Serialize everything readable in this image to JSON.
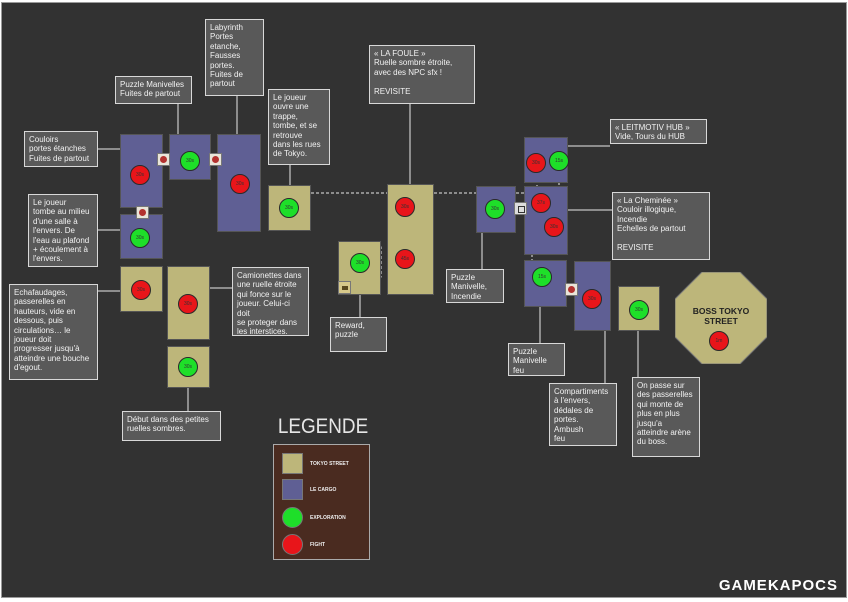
{
  "legend": {
    "title": "LEGENDE",
    "items": [
      {
        "label": "TOKYO STREET",
        "color": "#bdb67a"
      },
      {
        "label": "LE CARGO",
        "color": "#5f5f94"
      },
      {
        "label": "EXPLORATION",
        "color": "#1edf29"
      },
      {
        "label": "FIGHT",
        "color": "#e8151a"
      }
    ]
  },
  "brand": "GAMEKAPOCS",
  "boss": {
    "label": "BOSS TOKYO\nSTREET",
    "node": "1m"
  },
  "rooms": [
    {
      "id": "r1",
      "type": "cargo"
    },
    {
      "id": "r2",
      "type": "cargo"
    },
    {
      "id": "r3",
      "type": "cargo"
    },
    {
      "id": "r4",
      "type": "cargo"
    },
    {
      "id": "r5",
      "type": "tokyo"
    },
    {
      "id": "r6",
      "type": "tokyo"
    },
    {
      "id": "r7",
      "type": "tokyo"
    },
    {
      "id": "r8",
      "type": "tokyo"
    },
    {
      "id": "r9",
      "type": "tokyo"
    },
    {
      "id": "r10",
      "type": "tokyo"
    },
    {
      "id": "r11",
      "type": "cargo"
    },
    {
      "id": "r12",
      "type": "cargo"
    },
    {
      "id": "r13",
      "type": "cargo"
    },
    {
      "id": "r14",
      "type": "cargo"
    },
    {
      "id": "r15",
      "type": "cargo"
    },
    {
      "id": "r16",
      "type": "tokyo"
    }
  ],
  "nodes": [
    {
      "id": "n1",
      "kind": "fight",
      "label": "30s"
    },
    {
      "id": "n2",
      "kind": "explo",
      "label": "30s"
    },
    {
      "id": "n3",
      "kind": "fight",
      "label": "30s"
    },
    {
      "id": "n4",
      "kind": "explo",
      "label": "30s"
    },
    {
      "id": "n5",
      "kind": "fight",
      "label": "30s"
    },
    {
      "id": "n6",
      "kind": "fight",
      "label": "30s"
    },
    {
      "id": "n7",
      "kind": "explo",
      "label": "30s"
    },
    {
      "id": "n8",
      "kind": "explo",
      "label": "30s"
    },
    {
      "id": "n9",
      "kind": "fight",
      "label": "30s"
    },
    {
      "id": "n10",
      "kind": "explo",
      "label": "30s"
    },
    {
      "id": "n11",
      "kind": "fight",
      "label": "45s"
    },
    {
      "id": "n12",
      "kind": "explo",
      "label": "30s"
    },
    {
      "id": "n13",
      "kind": "fight",
      "label": "30s"
    },
    {
      "id": "n14",
      "kind": "explo",
      "label": "15s"
    },
    {
      "id": "n15",
      "kind": "fight",
      "label": "37s"
    },
    {
      "id": "n16",
      "kind": "fight",
      "label": "30s"
    },
    {
      "id": "n17",
      "kind": "explo",
      "label": "15s"
    },
    {
      "id": "n18",
      "kind": "fight",
      "label": "30s"
    },
    {
      "id": "n19",
      "kind": "explo",
      "label": "30s"
    }
  ],
  "icons": [
    {
      "id": "i1",
      "kind": "mine"
    },
    {
      "id": "i2",
      "kind": "mine"
    },
    {
      "id": "i3",
      "kind": "mine"
    },
    {
      "id": "i4",
      "kind": "chest"
    },
    {
      "id": "i5",
      "kind": "gear"
    },
    {
      "id": "i6",
      "kind": "mine"
    }
  ],
  "notes": [
    {
      "id": "labyrinth",
      "text": "Labyrinth\nPortes\netanche,\nFausses\nportes.\nFuites de\npartout"
    },
    {
      "id": "puzzle-manivelles",
      "text": "Puzzle Manivelles\nFuites de partout"
    },
    {
      "id": "couloirs",
      "text": "Couloirs\nportes étanches\nFuites de partout"
    },
    {
      "id": "tombe-salle",
      "text": "Le joueur\ntombe au milieu\nd'une salle à\nl'envers. De\nl'eau au plafond\n+ écoulement à\nl'envers."
    },
    {
      "id": "echafaudages",
      "text": "Echafaudages,\npasserelles en\nhauteurs, vide en\ndessous, puis\ncirculations… le\njoueur doit\nprogresser jusqu'à\natteindre une bouche\nd'egout."
    },
    {
      "id": "camionettes",
      "text": "Camionettes dans\nune ruelle étroite\nqui fonce sur le\njoueur. Celui-ci doit\nse proteger dans\nles interstices."
    },
    {
      "id": "debut",
      "text": "Début dans des petites\nruelles sombres."
    },
    {
      "id": "trappe",
      "text": "Le joueur\nouvre une\ntrappe,\ntombe, et se\nretrouve\ndans les rues\nde Tokyo."
    },
    {
      "id": "foule",
      "text": "« LA FOULE »\nRuelle sombre étroite,\navec des NPC sfx !\n\nREVISITE"
    },
    {
      "id": "reward",
      "text": "Reward,\npuzzle"
    },
    {
      "id": "puzzle-incendie",
      "text": "Puzzle\nManivelle,\nIncendie"
    },
    {
      "id": "leitmotiv",
      "text": "« LEITMOTIV HUB »\nVide, Tours du HUB"
    },
    {
      "id": "cheminee",
      "text": "« La Cheminée »\nCouloir illogique,\nIncendie\nEchelles de partout\n\nREVISITE"
    },
    {
      "id": "puzzle-feu",
      "text": "Puzzle\nManivelle\nfeu"
    },
    {
      "id": "compartiments",
      "text": "Compartiments\nà l'envers,\ndédales de\nportes.\nAmbush\nfeu"
    },
    {
      "id": "passerelles",
      "text": "On passe sur\ndes passerelles\nqui monte de\nplus en plus\njusqu'a\natteindre arène\ndu boss."
    }
  ]
}
